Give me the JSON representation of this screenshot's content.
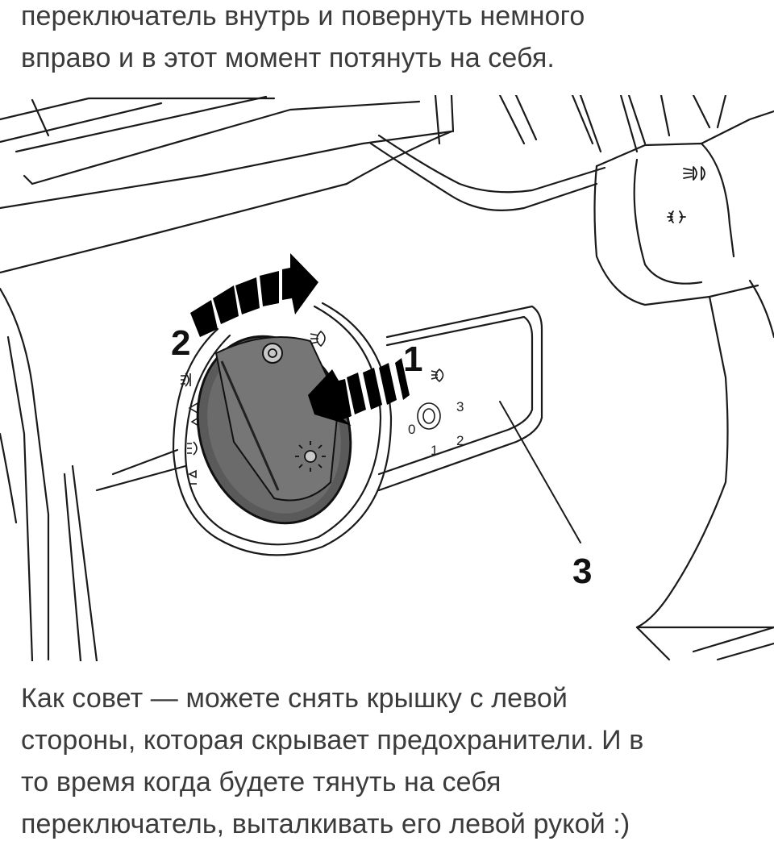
{
  "article": {
    "paragraph_top": {
      "lines": [
        "переключатель внутрь и повернуть немного",
        "вправо и в этот момент потянуть на себя."
      ]
    },
    "figure": {
      "callouts": {
        "one": "1",
        "two": "2",
        "three": "3"
      },
      "scale_labels": {
        "pos0": "0",
        "pos1": "1",
        "pos2": "2",
        "pos3": "3"
      },
      "icons": [
        "headlight-icon",
        "foglight-front-icon",
        "foglight-rear-icon",
        "parking-light-icon",
        "light-switch-knob-icon",
        "stalk-highbeam-icon",
        "stalk-parking-icon"
      ]
    },
    "paragraph_bottom": {
      "lines": [
        "Как совет — можете снять крышку с левой",
        "стороны, которая скрывает предохранители. И в",
        "то время когда будете тянуть на себя",
        "переключатель, выталкивать его левой рукой :)"
      ]
    }
  }
}
